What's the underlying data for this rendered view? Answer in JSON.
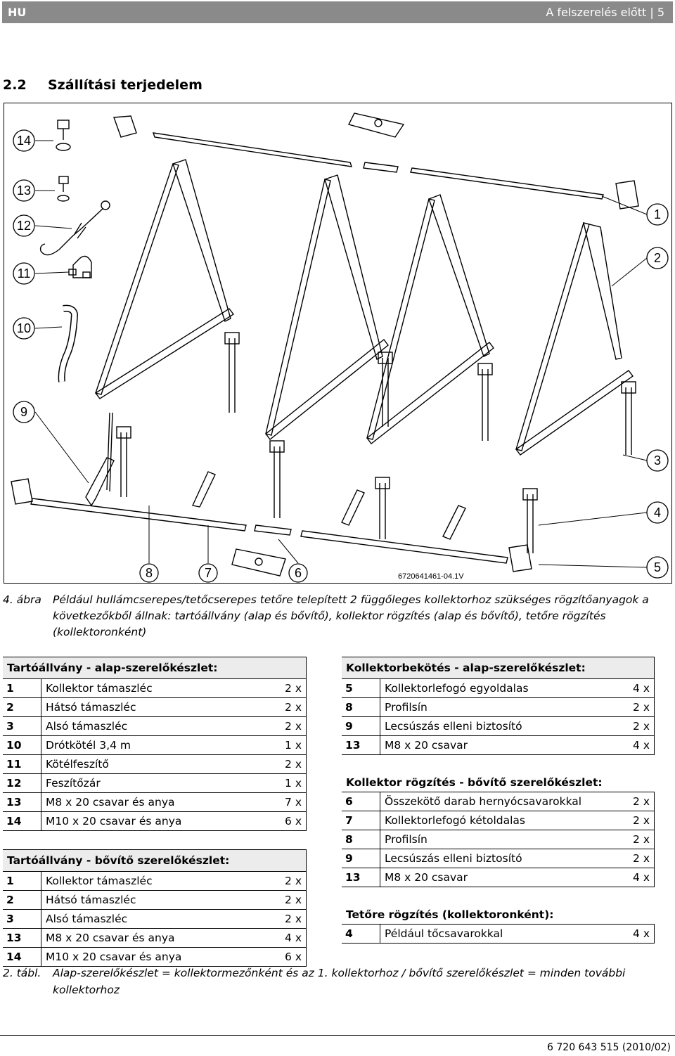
{
  "header": {
    "lang": "HU",
    "right": "A felszerelés előtt | 5"
  },
  "section": {
    "number": "2.2",
    "title": "Szállítási terjedelem"
  },
  "figure": {
    "code": "6720641461-04.1V",
    "callouts": [
      "14",
      "13",
      "12",
      "11",
      "10",
      "9",
      "1",
      "2",
      "3",
      "4",
      "5",
      "8",
      "7",
      "6"
    ]
  },
  "caption": {
    "label": "4. ábra",
    "text": "Például hullámcserepes/tetőcserepes tetőre telepített 2 függőleges kollektorhoz szükséges rögzítőanyagok a következőkből állnak: tartóállvány (alap és bővítő), kollektor rögzítés (alap és bővítő), tetőre rögzítés (kollektoronként)"
  },
  "left_table": {
    "title1": "Tartóállvány - alap-szerelőkészlet:",
    "rows1": [
      {
        "n": "1",
        "d": "Kollektor támaszléc",
        "q": "2 x"
      },
      {
        "n": "2",
        "d": "Hátsó támaszléc",
        "q": "2 x"
      },
      {
        "n": "3",
        "d": "Alsó támaszléc",
        "q": "2 x"
      },
      {
        "n": "10",
        "d": "Drótkötél 3,4 m",
        "q": "1 x"
      },
      {
        "n": "11",
        "d": "Kötélfeszítő",
        "q": "2 x"
      },
      {
        "n": "12",
        "d": "Feszítőzár",
        "q": "1 x"
      },
      {
        "n": "13",
        "d": "M8 x 20 csavar és anya",
        "q": "7 x"
      },
      {
        "n": "14",
        "d": "M10 x 20 csavar és anya",
        "q": "6 x"
      }
    ],
    "title2": "Tartóállvány - bővítő szerelőkészlet:",
    "rows2": [
      {
        "n": "1",
        "d": "Kollektor támaszléc",
        "q": "2 x"
      },
      {
        "n": "2",
        "d": "Hátsó támaszléc",
        "q": "2 x"
      },
      {
        "n": "3",
        "d": "Alsó támaszléc",
        "q": "2 x"
      },
      {
        "n": "13",
        "d": "M8 x 20 csavar és anya",
        "q": "4 x"
      },
      {
        "n": "14",
        "d": "M10 x 20 csavar és anya",
        "q": "6 x"
      }
    ]
  },
  "right_table": {
    "title1": "Kollektorbekötés - alap-szerelőkészlet:",
    "rows1": [
      {
        "n": "5",
        "d": "Kollektorlefogó egyoldalas",
        "q": "4 x"
      },
      {
        "n": "8",
        "d": "Profilsín",
        "q": "2 x"
      },
      {
        "n": "9",
        "d": "Lecsúszás elleni biztosító",
        "q": "2 x"
      },
      {
        "n": "13",
        "d": "M8 x 20 csavar",
        "q": "4 x"
      }
    ],
    "title2": "Kollektor rögzítés - bővítő szerelőkészlet:",
    "rows2": [
      {
        "n": "6",
        "d": "Összekötő darab hernyócsavarokkal",
        "q": "2 x"
      },
      {
        "n": "7",
        "d": "Kollektorlefogó kétoldalas",
        "q": "2 x"
      },
      {
        "n": "8",
        "d": "Profilsín",
        "q": "2 x"
      },
      {
        "n": "9",
        "d": "Lecsúszás elleni biztosító",
        "q": "2 x"
      },
      {
        "n": "13",
        "d": "M8 x 20 csavar",
        "q": "4 x"
      }
    ],
    "title3": "Tetőre rögzítés (kollektoronként):",
    "rows3": [
      {
        "n": "4",
        "d": "Például tőcsavarokkal",
        "q": "4 x"
      }
    ]
  },
  "note": {
    "label": "2. tábl.",
    "text": "Alap-szerelőkészlet = kollektormezőnként és az 1. kollektorhoz / bővítő szerelőkészlet = minden további kollektorhoz"
  },
  "footer": {
    "code": "6 720 643 515 (2010/02)"
  }
}
